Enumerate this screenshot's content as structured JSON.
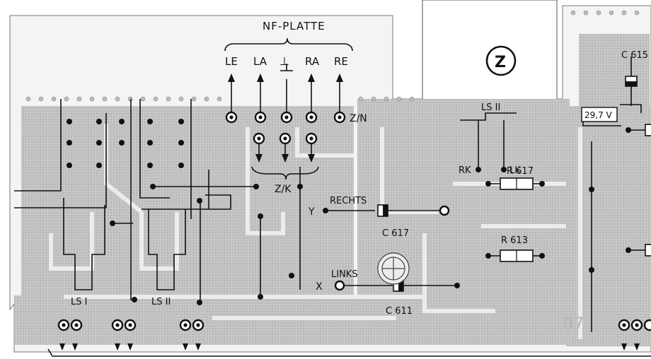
{
  "colors": {
    "board": "#c9c9c9",
    "trace": "#a9a9a9",
    "wire": "#111111",
    "background": "#ffffff"
  },
  "header": {
    "title": "NF-PLATTE"
  },
  "connectors": {
    "le": "LE",
    "la": "LA",
    "ground": "⊥",
    "ra": "RA",
    "re": "RE",
    "zn": "Z/N",
    "zk": "Z/K"
  },
  "module": {
    "symbol": "Z"
  },
  "speaker_terminals": {
    "ls2_header": "LS II",
    "rk": "RK",
    "lk": "LK"
  },
  "channels": {
    "rechts": "RECHTS",
    "links": "LINKS",
    "y": "Y",
    "x": "X"
  },
  "components": {
    "c615": "C 615",
    "voltage": "29,7 V",
    "r617": "R 617",
    "c617": "C 617",
    "r613": "R 613",
    "c611": "C 611"
  },
  "speakers": {
    "ls1": "LS I",
    "ls2": "LS II"
  },
  "misc": {
    "page_mark": "07"
  }
}
